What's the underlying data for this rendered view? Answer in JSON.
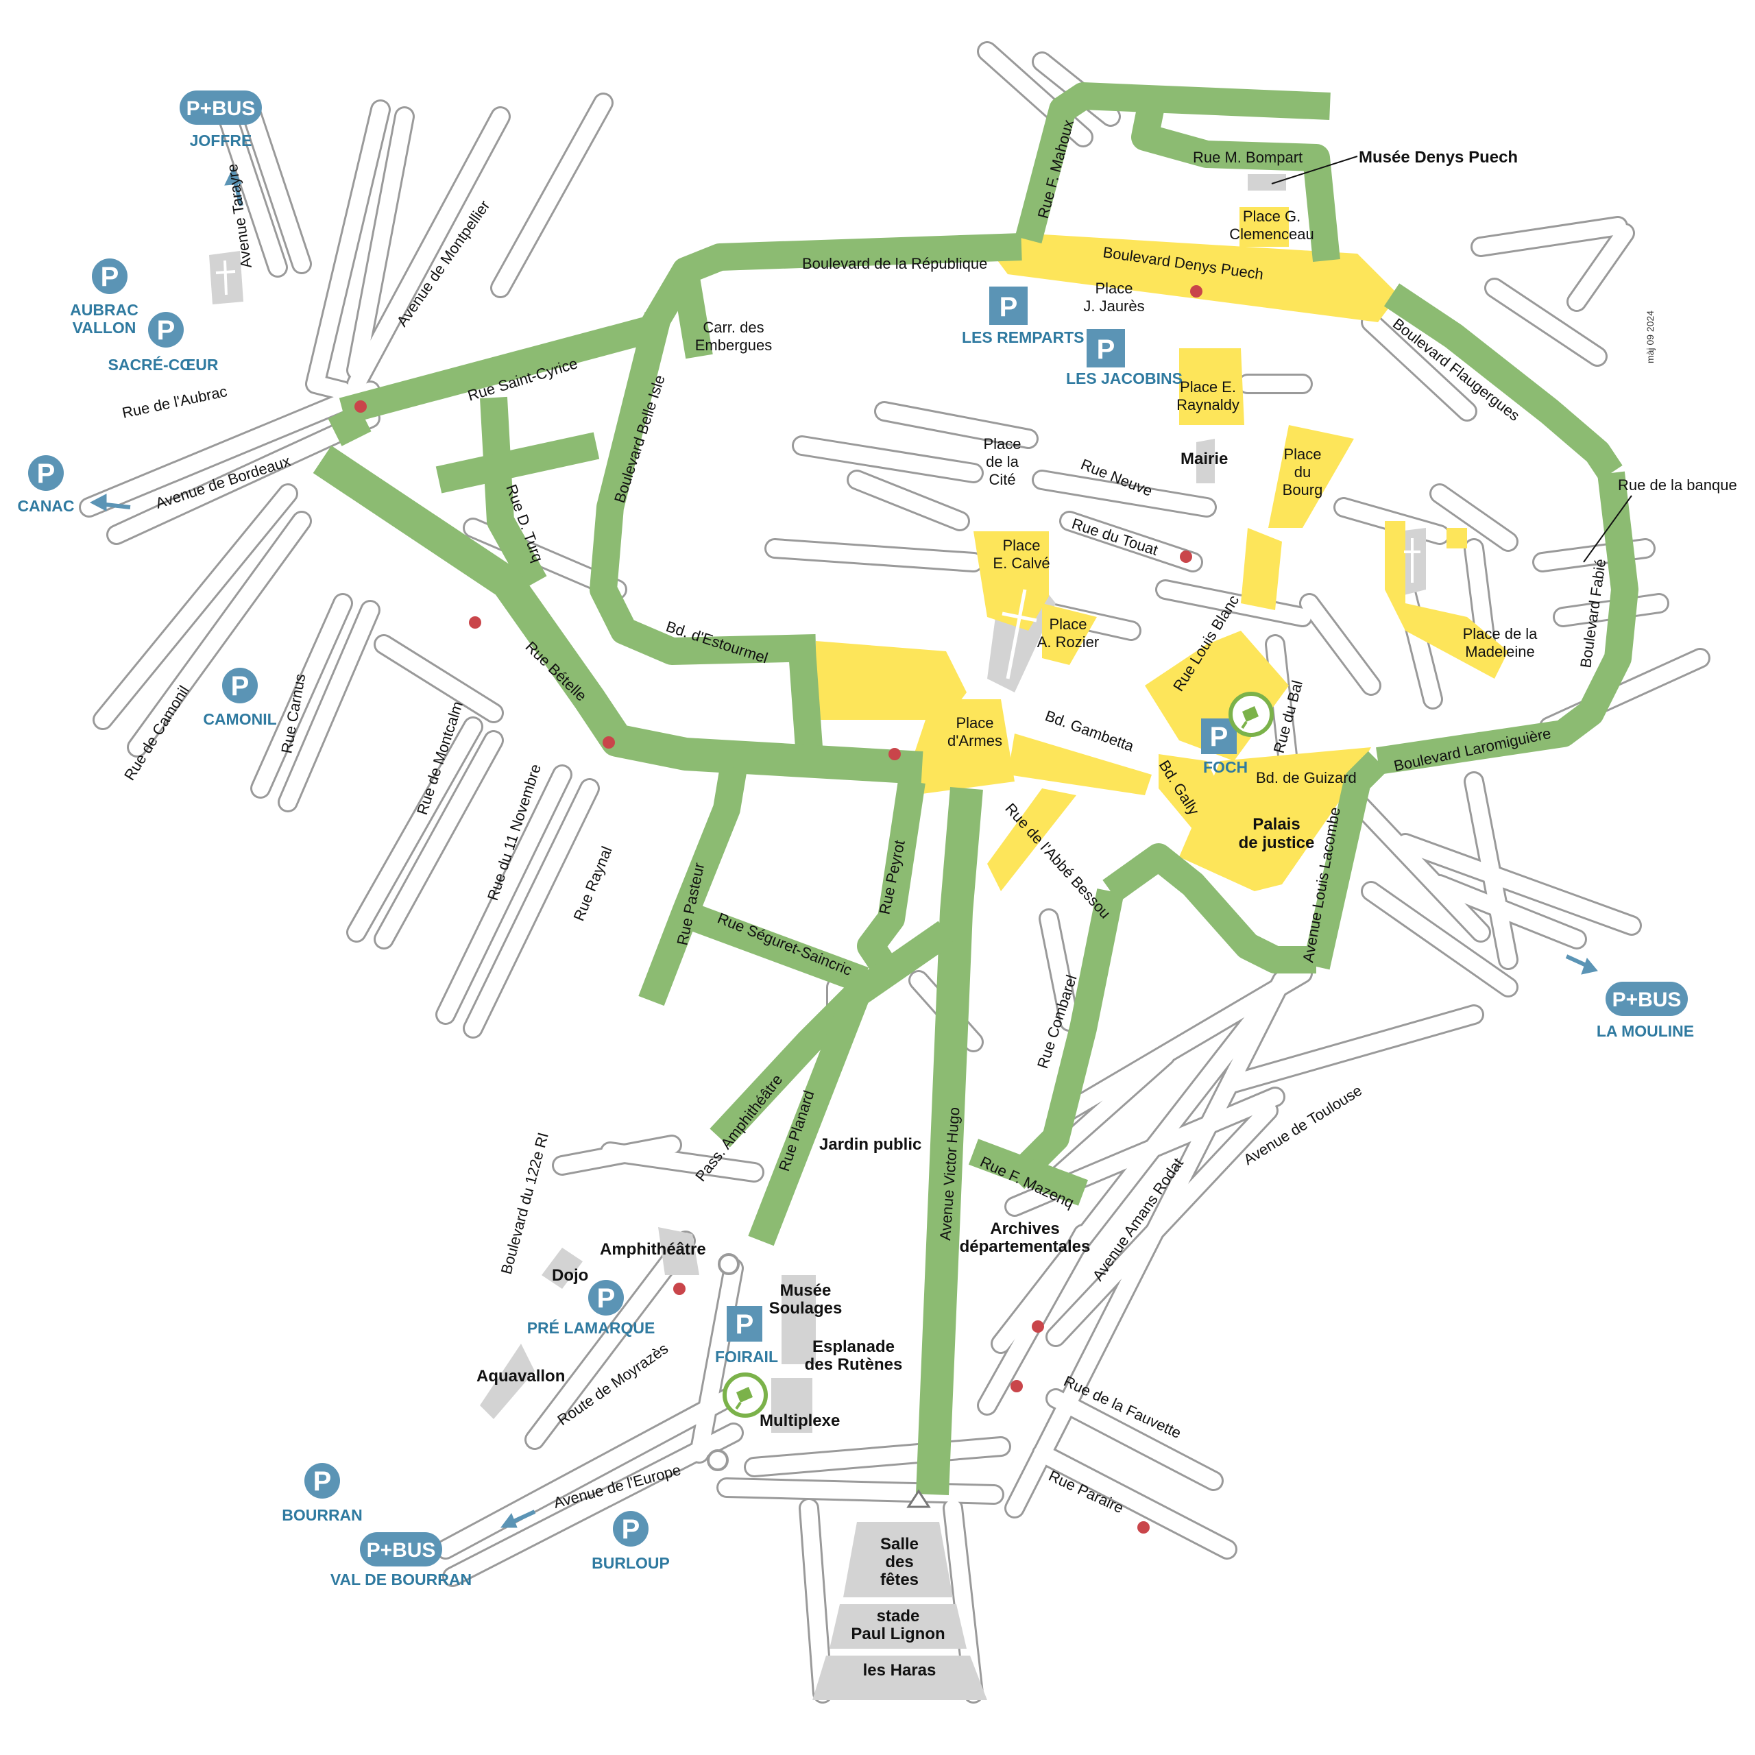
{
  "map": {
    "date_note": "màj 09 2024",
    "colors": {
      "green_roads": "#8cbb72",
      "yellow_zones": "#fde55a",
      "roads_outline": "#9a9a9a",
      "parking_blue": "#5b94b5",
      "red_points": "#c9454a",
      "buildings": "#d3d3d3"
    },
    "streets": {
      "bd_republique": "Boulevard de la République",
      "bd_denys_puech": "Boulevard Denys Puech",
      "rue_bompart": "Rue M. Bompart",
      "rue_mahoux": "Rue F. Mahoux",
      "bd_flaugergues": "Boulevard Flaugergues",
      "bd_fabie": "Boulevard Fabié",
      "bd_laromiguiere": "Boulevard Laromiguière",
      "rue_saint_cyrice": "Rue Saint-Cyrice",
      "bd_belle_isle": "Boulevard Belle Isle",
      "rue_turq": "Rue D. Turq",
      "rue_beteille": "Rue Bételle",
      "bd_estourmel": "Bd. d'Estourmel",
      "bd_gambetta": "Bd. Gambetta",
      "rue_louis_blanc": "Rue Louis Blanc",
      "rue_du_bal": "Rue du Bal",
      "bd_gally": "Bd. Gally",
      "bd_guizard": "Bd. de Guizard",
      "av_louis_lacombe": "Avenue Louis Lacombe",
      "rue_abbe_bessou": "Rue de l'Abbé Bessou",
      "rue_peyrot": "Rue Peyrot",
      "rue_pasteur": "Rue Pasteur",
      "rue_seguret": "Rue Séguret-Saincric",
      "rue_combarel": "Rue Combarel",
      "av_victor_hugo": "Avenue Victor Hugo",
      "rue_planard": "Rue Planard",
      "pass_amphitheatre": "Pass. Amphithéâtre",
      "rue_mazenq": "Rue F. Mazenq",
      "av_montpellier": "Avenue de Montpellier",
      "av_tarayre": "Avenue Tarayre",
      "rue_aubrac": "Rue de l'Aubrac",
      "av_bordeaux": "Avenue de Bordeaux",
      "rue_camonil": "Rue de Camonil",
      "rue_carnus": "Rue Carnus",
      "rue_montcalm": "Rue de Montcalm",
      "rue_11_novembre": "Rue du 11 Novembre",
      "rue_raynal": "Rue Raynal",
      "bd_122": "Boulevard du 122e RI",
      "route_moyrazes": "Route de Moyrazès",
      "av_europe": "Avenue de l'Europe",
      "av_amans_rodat": "Avenue Amans Rodat",
      "av_toulouse": "Avenue de Toulouse",
      "rue_fauvette": "Rue de la Fauvette",
      "rue_paraire": "Rue Paraire",
      "rue_neuve": "Rue Neuve",
      "rue_touat": "Rue du Touat",
      "rue_banque": "Rue de la banque"
    },
    "places": {
      "place_clemenceau": [
        "Place G.",
        "Clemenceau"
      ],
      "place_jaures": [
        "Place",
        "J. Jaurès"
      ],
      "place_raynaldy": [
        "Place E.",
        "Raynaldy"
      ],
      "place_cite": [
        "Place",
        "de la",
        "Cité"
      ],
      "place_bourg": [
        "Place",
        "du",
        "Bourg"
      ],
      "place_calve": [
        "Place",
        "E. Calvé"
      ],
      "place_rozier": [
        "Place",
        "A. Rozier"
      ],
      "place_armes": [
        "Place",
        "d'Armes"
      ],
      "place_madeleine": [
        "Place de la",
        "Madeleine"
      ],
      "carr_embergues": [
        "Carr. des",
        "Embergues"
      ]
    },
    "pois": {
      "musee_puech": "Musée Denys Puech",
      "mairie": "Mairie",
      "palais_justice": [
        "Palais",
        "de justice"
      ],
      "jardin_public": "Jardin public",
      "archives": [
        "Archives",
        "départementales"
      ],
      "amphitheatre": "Amphithéâtre",
      "dojo": "Dojo",
      "aquavallon": "Aquavallon",
      "musee_soulages": [
        "Musée",
        "Soulages"
      ],
      "esplanade": [
        "Esplanade",
        "des Rutènes"
      ],
      "multiplexe": "Multiplexe",
      "salle_fetes": [
        "Salle",
        "des",
        "fêtes"
      ],
      "stade": [
        "stade",
        "Paul Lignon"
      ],
      "haras": "les Haras"
    },
    "parkings": {
      "letter": "P",
      "les_remparts": "LES REMPARTS",
      "les_jacobins": "LES JACOBINS",
      "foch": "FOCH",
      "foirail": "FOIRAIL",
      "aubrac_vallon": [
        "AUBRAC",
        "VALLON"
      ],
      "sacre_coeur": "SACRÉ-CŒUR",
      "canac": "CANAC",
      "camonil": "CAMONIL",
      "pre_lamarque": "PRÉ LAMARQUE",
      "bourran": "BOURRAN",
      "burloup": "BURLOUP"
    },
    "park_and_ride": {
      "badge": "P+BUS",
      "joffre": "JOFFRE",
      "la_mouline": "LA MOULINE",
      "val_de_bourran": "VAL DE BOURRAN"
    },
    "icons": {
      "parking": "parking-icon",
      "pbus": "park-and-ride-icon",
      "ev_charging": "ev-charging-icon",
      "church": "church-cross-icon",
      "direction": "direction-arrow-icon"
    }
  }
}
